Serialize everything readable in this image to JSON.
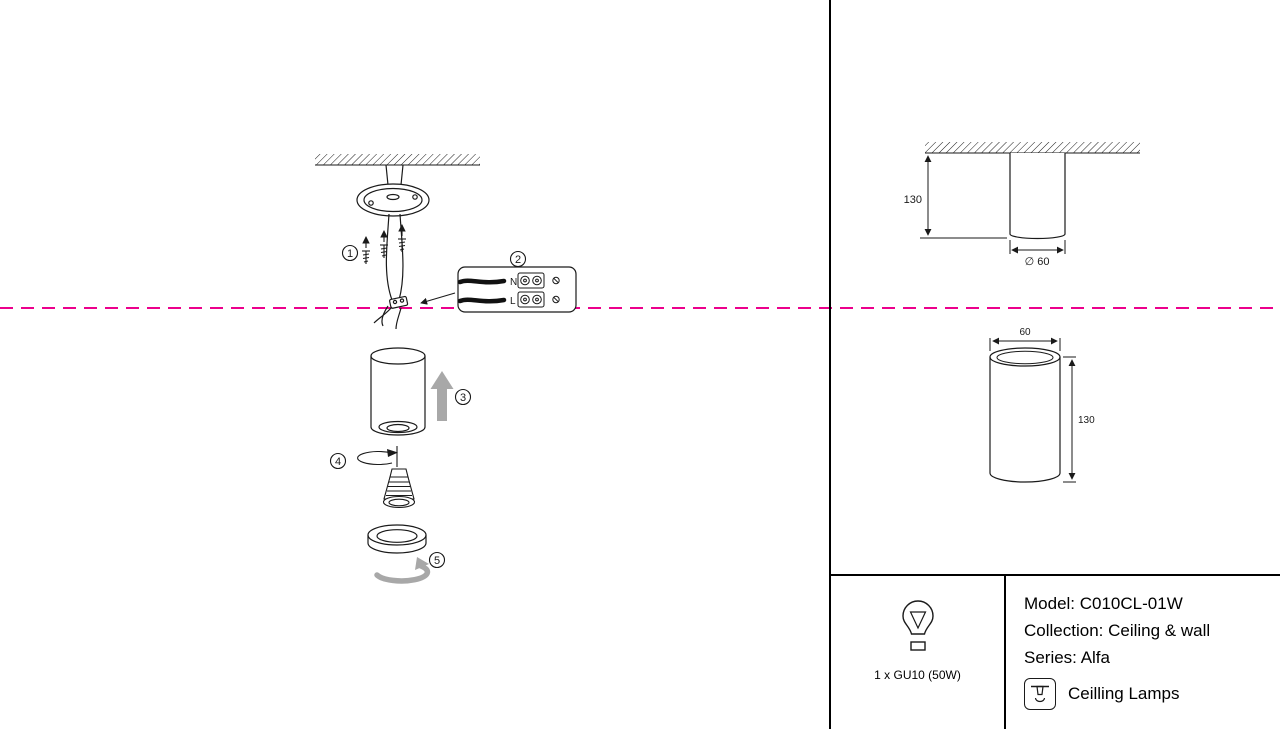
{
  "colors": {
    "accent": "#ec008c",
    "line": "#1a1a1a",
    "gray": "#a8a8a8"
  },
  "steps": {
    "s1": "1",
    "s2": "2",
    "s3": "3",
    "s4": "4",
    "s5": "5"
  },
  "connector": {
    "n": "N",
    "l": "L"
  },
  "dimensions": {
    "front_height": "130",
    "front_diameter": "∅ 60",
    "side_width": "60",
    "side_height": "130"
  },
  "footer": {
    "bulb_label": "1 x GU10 (50W)",
    "model": "Model: C010CL-01W",
    "collection": "Collection: Ceiling & wall",
    "series": "Series: Alfa",
    "category": "Ceilling Lamps"
  }
}
